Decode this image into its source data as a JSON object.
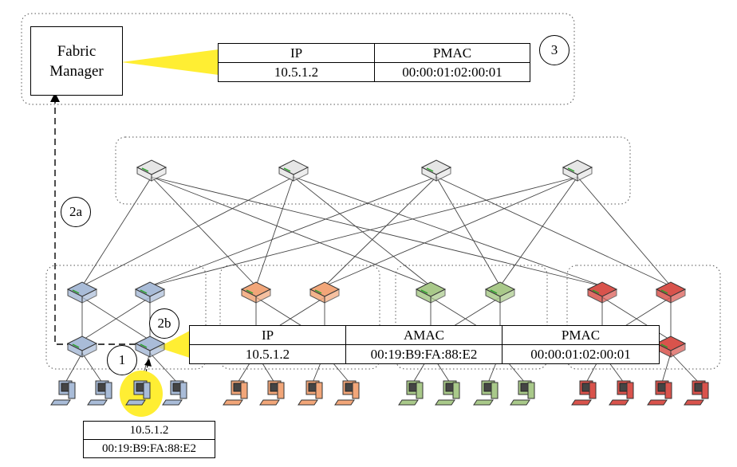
{
  "fabric_manager": {
    "line1": "Fabric",
    "line2": "Manager"
  },
  "manager_table": {
    "headers": [
      "IP",
      "PMAC"
    ],
    "row": [
      "10.5.1.2",
      "00:00:01:02:00:01"
    ]
  },
  "switch_table": {
    "headers": [
      "IP",
      "AMAC",
      "PMAC"
    ],
    "row": [
      "10.5.1.2",
      "00:19:B9:FA:88:E2",
      "00:00:01:02:00:01"
    ]
  },
  "host_label": {
    "ip": "10.5.1.2",
    "mac": "00:19:B9:FA:88:E2"
  },
  "steps": {
    "s1": "1",
    "s2a": "2a",
    "s2b": "2b",
    "s3": "3"
  },
  "colors": {
    "pod1": "#a9bcd8",
    "pod2": "#f2a679",
    "pod3": "#a9c98a",
    "pod4": "#d9534c",
    "core": "#e6e6e6",
    "highlight": "#ffee33",
    "callout": "#ffee33"
  },
  "icons": [
    "switch-icon",
    "host-computer-icon"
  ]
}
